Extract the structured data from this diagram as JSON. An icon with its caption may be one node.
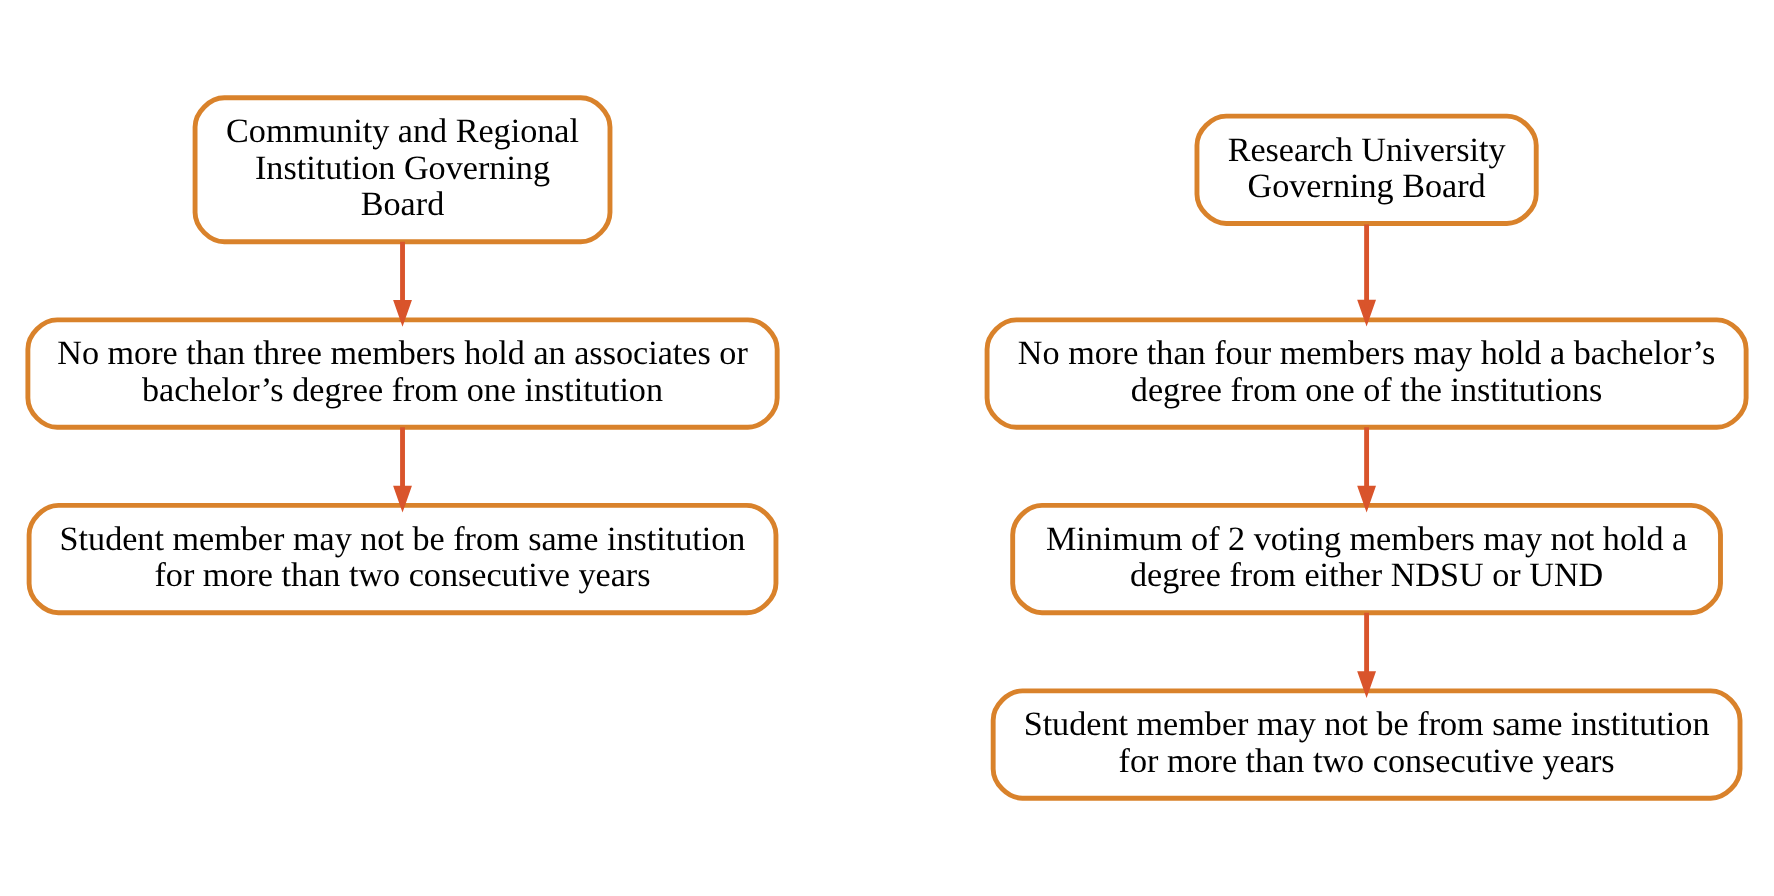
{
  "diagram": {
    "nodes": [
      {
        "text": [
          "Community and Regional Institution Governing Board"
        ]
      },
      {
        "text": [
          "No more than three members hold an associates or bachelor’s degree from one institution"
        ]
      },
      {
        "text": [
          "Student member may not be from same institution for more than two consecutive years"
        ]
      },
      {
        "text": [
          "Research University Governing Board"
        ]
      },
      {
        "text": [
          "No more than four members may hold a bachelor’s degree from one of the institutions"
        ]
      },
      {
        "text": [
          "Minimum of 2 voting members may not hold a degree from either NDSU or UND"
        ]
      },
      {
        "text": [
          "Student member may not be from same institution for more than two consecutive years"
        ]
      }
    ],
    "edges": [
      {
        "from": 0,
        "to": 1,
        "arrow": "to"
      },
      {
        "from": 1,
        "to": 2,
        "arrow": "to"
      },
      {
        "from": 3,
        "to": 4,
        "arrow": "to"
      },
      {
        "from": 4,
        "to": 5,
        "arrow": "to"
      },
      {
        "from": 5,
        "to": 6,
        "arrow": "to"
      }
    ]
  }
}
